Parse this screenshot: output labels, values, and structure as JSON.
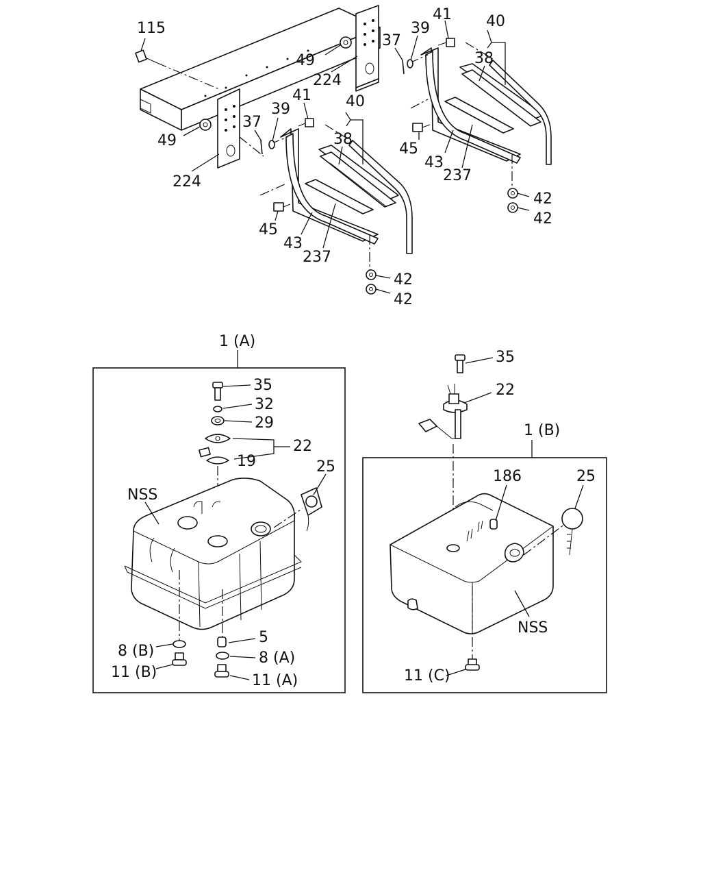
{
  "callouts": {
    "c115": "115",
    "c49_upper": "49",
    "c224_upper": "224",
    "c37_right": "37",
    "c39_right": "39",
    "c41_right": "41",
    "c40_right": "40",
    "c38_right": "38",
    "c45_right": "45",
    "c43_right": "43",
    "c237_right": "237",
    "c42_right_a": "42",
    "c42_right_b": "42",
    "c49_left": "49",
    "c224_left": "224",
    "c37_left": "37",
    "c39_left": "39",
    "c41_left": "41",
    "c40_left": "40",
    "c38_left": "38",
    "c45_left": "45",
    "c43_left": "43",
    "c237_left": "237",
    "c42_left_a": "42",
    "c42_left_b": "42",
    "a_title": "1 (A)",
    "a_35": "35",
    "a_32": "32",
    "a_29": "29",
    "a_22": "22",
    "a_19": "19",
    "a_25": "25",
    "a_nss": "NSS",
    "a_5": "5",
    "a_8b": "8 (B)",
    "a_8a": "8 (A)",
    "a_11b": "11 (B)",
    "a_11a": "11 (A)",
    "b_title": "1 (B)",
    "b_35": "35",
    "b_22": "22",
    "b_186": "186",
    "b_25": "25",
    "b_nss": "NSS",
    "b_11c": "11 (C)"
  }
}
